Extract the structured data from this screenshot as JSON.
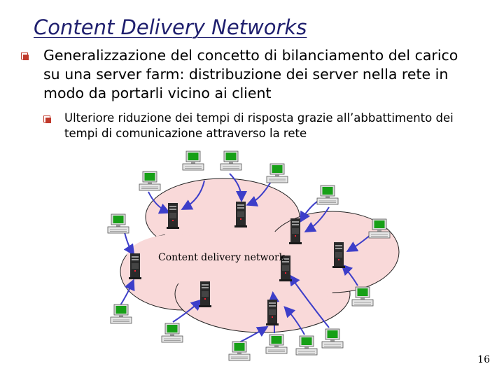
{
  "slide": {
    "title": "Content Delivery Networks",
    "bullet1": "Generalizzazione del concetto di bilanciamento del carico su una server farm: distribuzione dei server nella rete in modo da portarli vicino ai client",
    "bullet2": "Ulteriore riduzione dei tempi di risposta grazie all’abbattimento dei tempi di comunicazione attraverso la rete",
    "page_number": "16"
  },
  "diagram": {
    "cdn_label": "Content delivery network",
    "cloud_color": "#f9d9d9",
    "arrow_color": "#3d3ec9",
    "client_screen_color": "#17a017",
    "server_color": "#2a2a2a"
  }
}
